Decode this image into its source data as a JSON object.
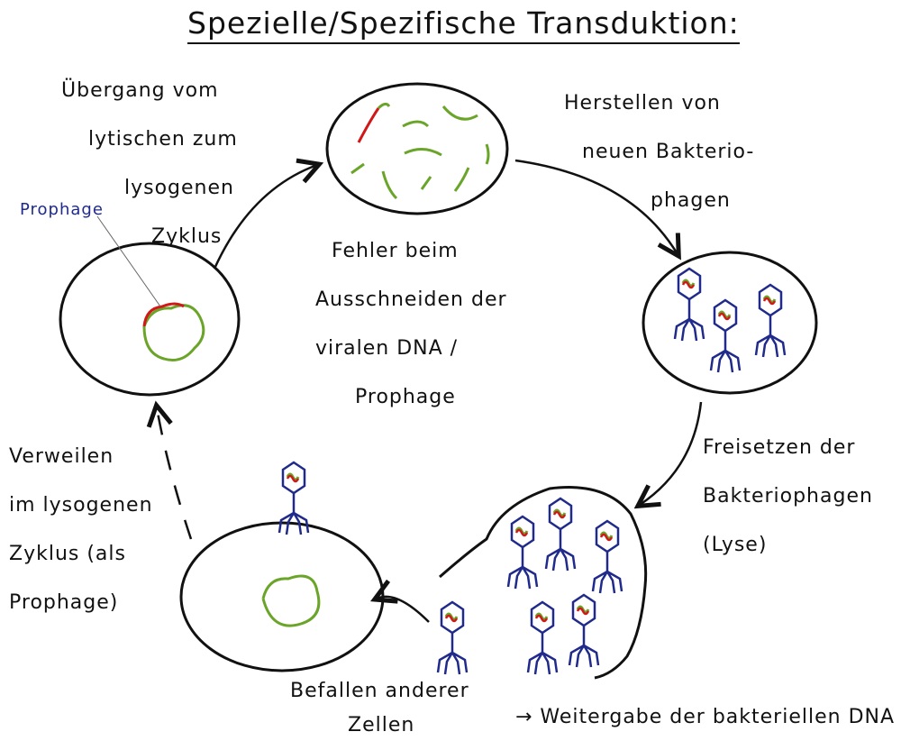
{
  "title": "Spezielle/Spezifische Transduktion:",
  "labels": {
    "transition": [
      "Übergang vom",
      "lytischen zum",
      "lysogenen",
      "Zyklus"
    ],
    "prophage": "Prophage",
    "error": [
      "Fehler beim",
      "Ausschneiden der",
      "viralen DNA /",
      "Prophage"
    ],
    "production": [
      "Herstellen von",
      "neuen Bakterio-",
      "phagen"
    ],
    "release": [
      "Freisetzen der",
      "Bakteriophagen",
      "(Lyse)"
    ],
    "infect": [
      "Befallen anderer",
      "Zellen"
    ],
    "transfer": "→ Weitergabe der bakteriellen DNA",
    "remain": [
      "Verweilen",
      "im lysogenen",
      "Zyklus (als",
      "Prophage)"
    ]
  },
  "colors": {
    "outline": "#111111",
    "phage": "#1f2a8a",
    "viral_dna": "#d01818",
    "bacterial_dna": "#6aa52a"
  }
}
